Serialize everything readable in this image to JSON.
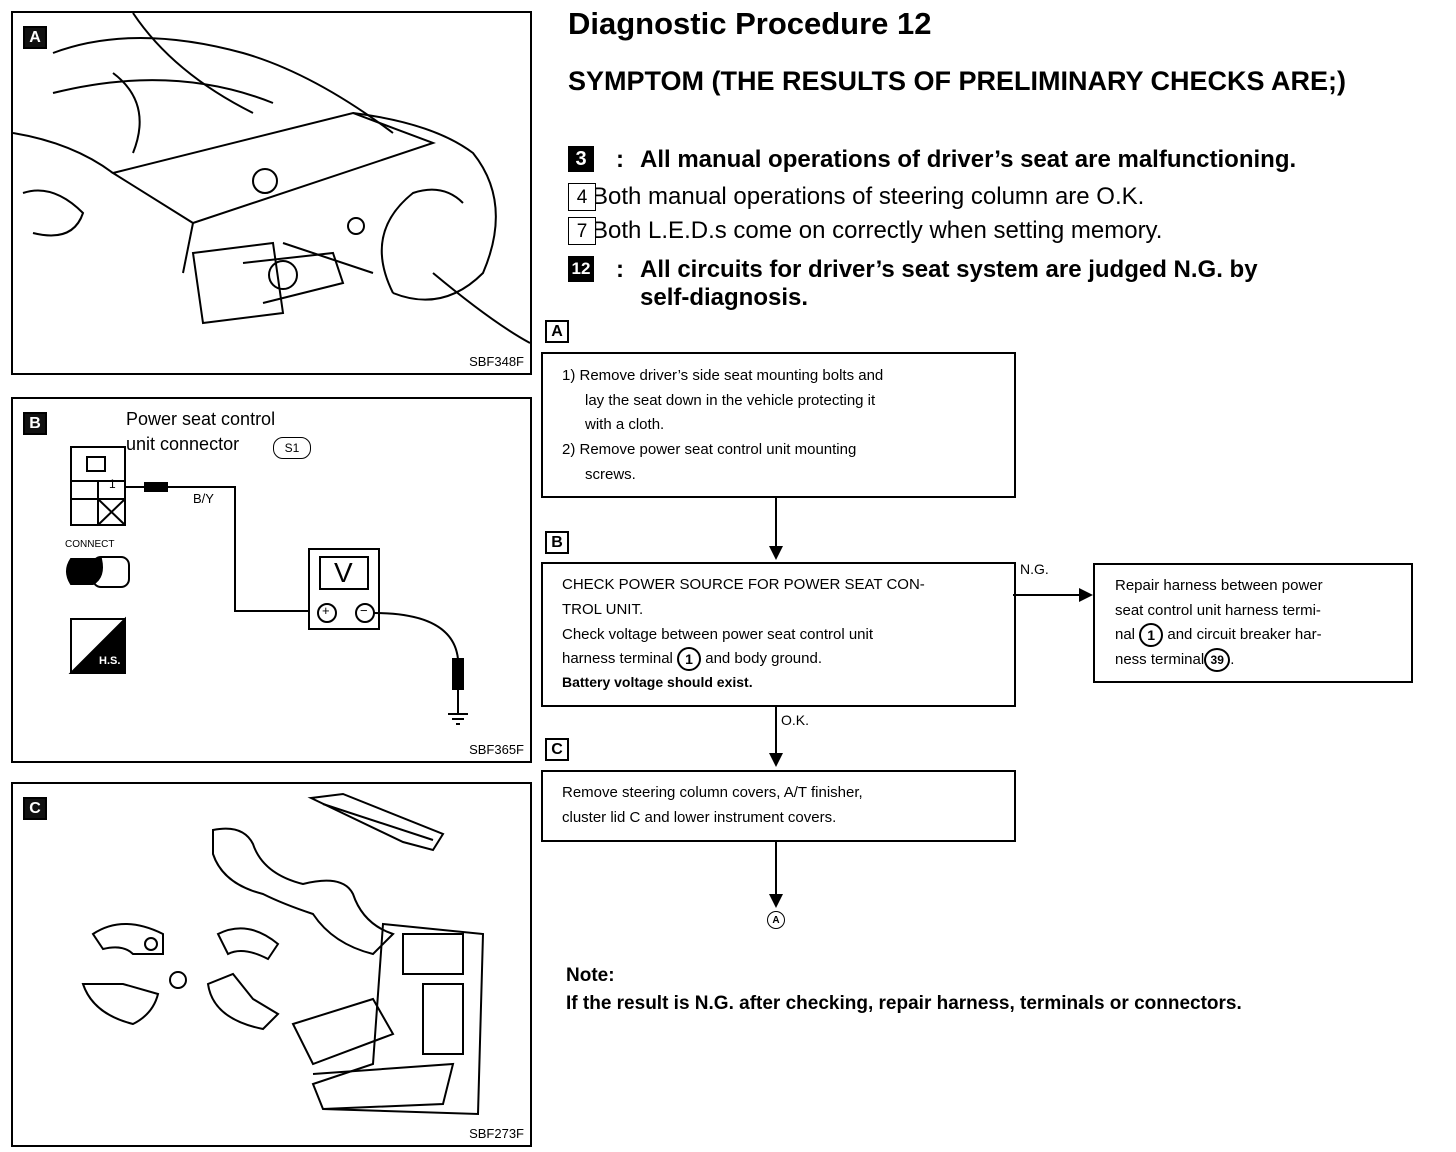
{
  "figures": {
    "a": {
      "tag": "A",
      "code": "SBF348F"
    },
    "b": {
      "tag": "B",
      "code": "SBF365F",
      "connector_title_line1": "Power seat control",
      "connector_title_line2": "unit connector",
      "connector_ref": "S1",
      "pin": "1",
      "wire_color": "B/Y",
      "connect_label": "CONNECT",
      "hs_label": "H.S.",
      "meter": "V",
      "meter_plus": "+",
      "meter_minus": "−"
    },
    "c": {
      "tag": "C",
      "code": "SBF273F"
    }
  },
  "header": {
    "title": "Diagnostic Procedure 12",
    "symptom": "SYMPTOM (THE RESULTS OF PRELIMINARY CHECKS ARE;)"
  },
  "symptoms": [
    {
      "badge": "3",
      "text": "All manual operations of driver’s seat are malfunctioning."
    },
    {
      "badge": "4",
      "text": "Both manual operations of steering column are O.K."
    },
    {
      "badge": "7",
      "text": "Both L.E.D.s come on correctly when setting memory."
    },
    {
      "badge": "12",
      "text": "All circuits for driver’s seat system are judged N.G. by",
      "text2": "self-diagnosis."
    }
  ],
  "flow": {
    "a_tag": "A",
    "b_tag": "B",
    "c_tag": "C",
    "step_a": {
      "line1": "1) Remove driver’s side seat mounting bolts and",
      "line2": "lay the seat down in the vehicle protecting it",
      "line3": "with a cloth.",
      "line4": "2) Remove power seat control unit mounting",
      "line5": "screws."
    },
    "step_b": {
      "line1": "CHECK POWER SOURCE FOR POWER SEAT CON-",
      "line2": "TROL UNIT.",
      "line3": "Check voltage between power seat control unit",
      "line4a": "harness terminal",
      "term1": "1",
      "line4b": "and body ground.",
      "line5": "Battery voltage should exist."
    },
    "ng_label": "N.G.",
    "ok_label": "O.K.",
    "repair": {
      "line1": "Repair harness between power",
      "line2": "seat control unit harness termi-",
      "line3a": "nal",
      "term1": "1",
      "line3b": "and circuit breaker har-",
      "line4a": "ness terminal",
      "term2": "39",
      "line4b": "."
    },
    "step_c": {
      "line1": "Remove steering column covers, A/T finisher,",
      "line2": "cluster lid C and lower instrument covers."
    },
    "connector_a": "A"
  },
  "note": {
    "heading": "Note:",
    "text": "If the result is N.G. after checking, repair harness, terminals or connectors."
  }
}
